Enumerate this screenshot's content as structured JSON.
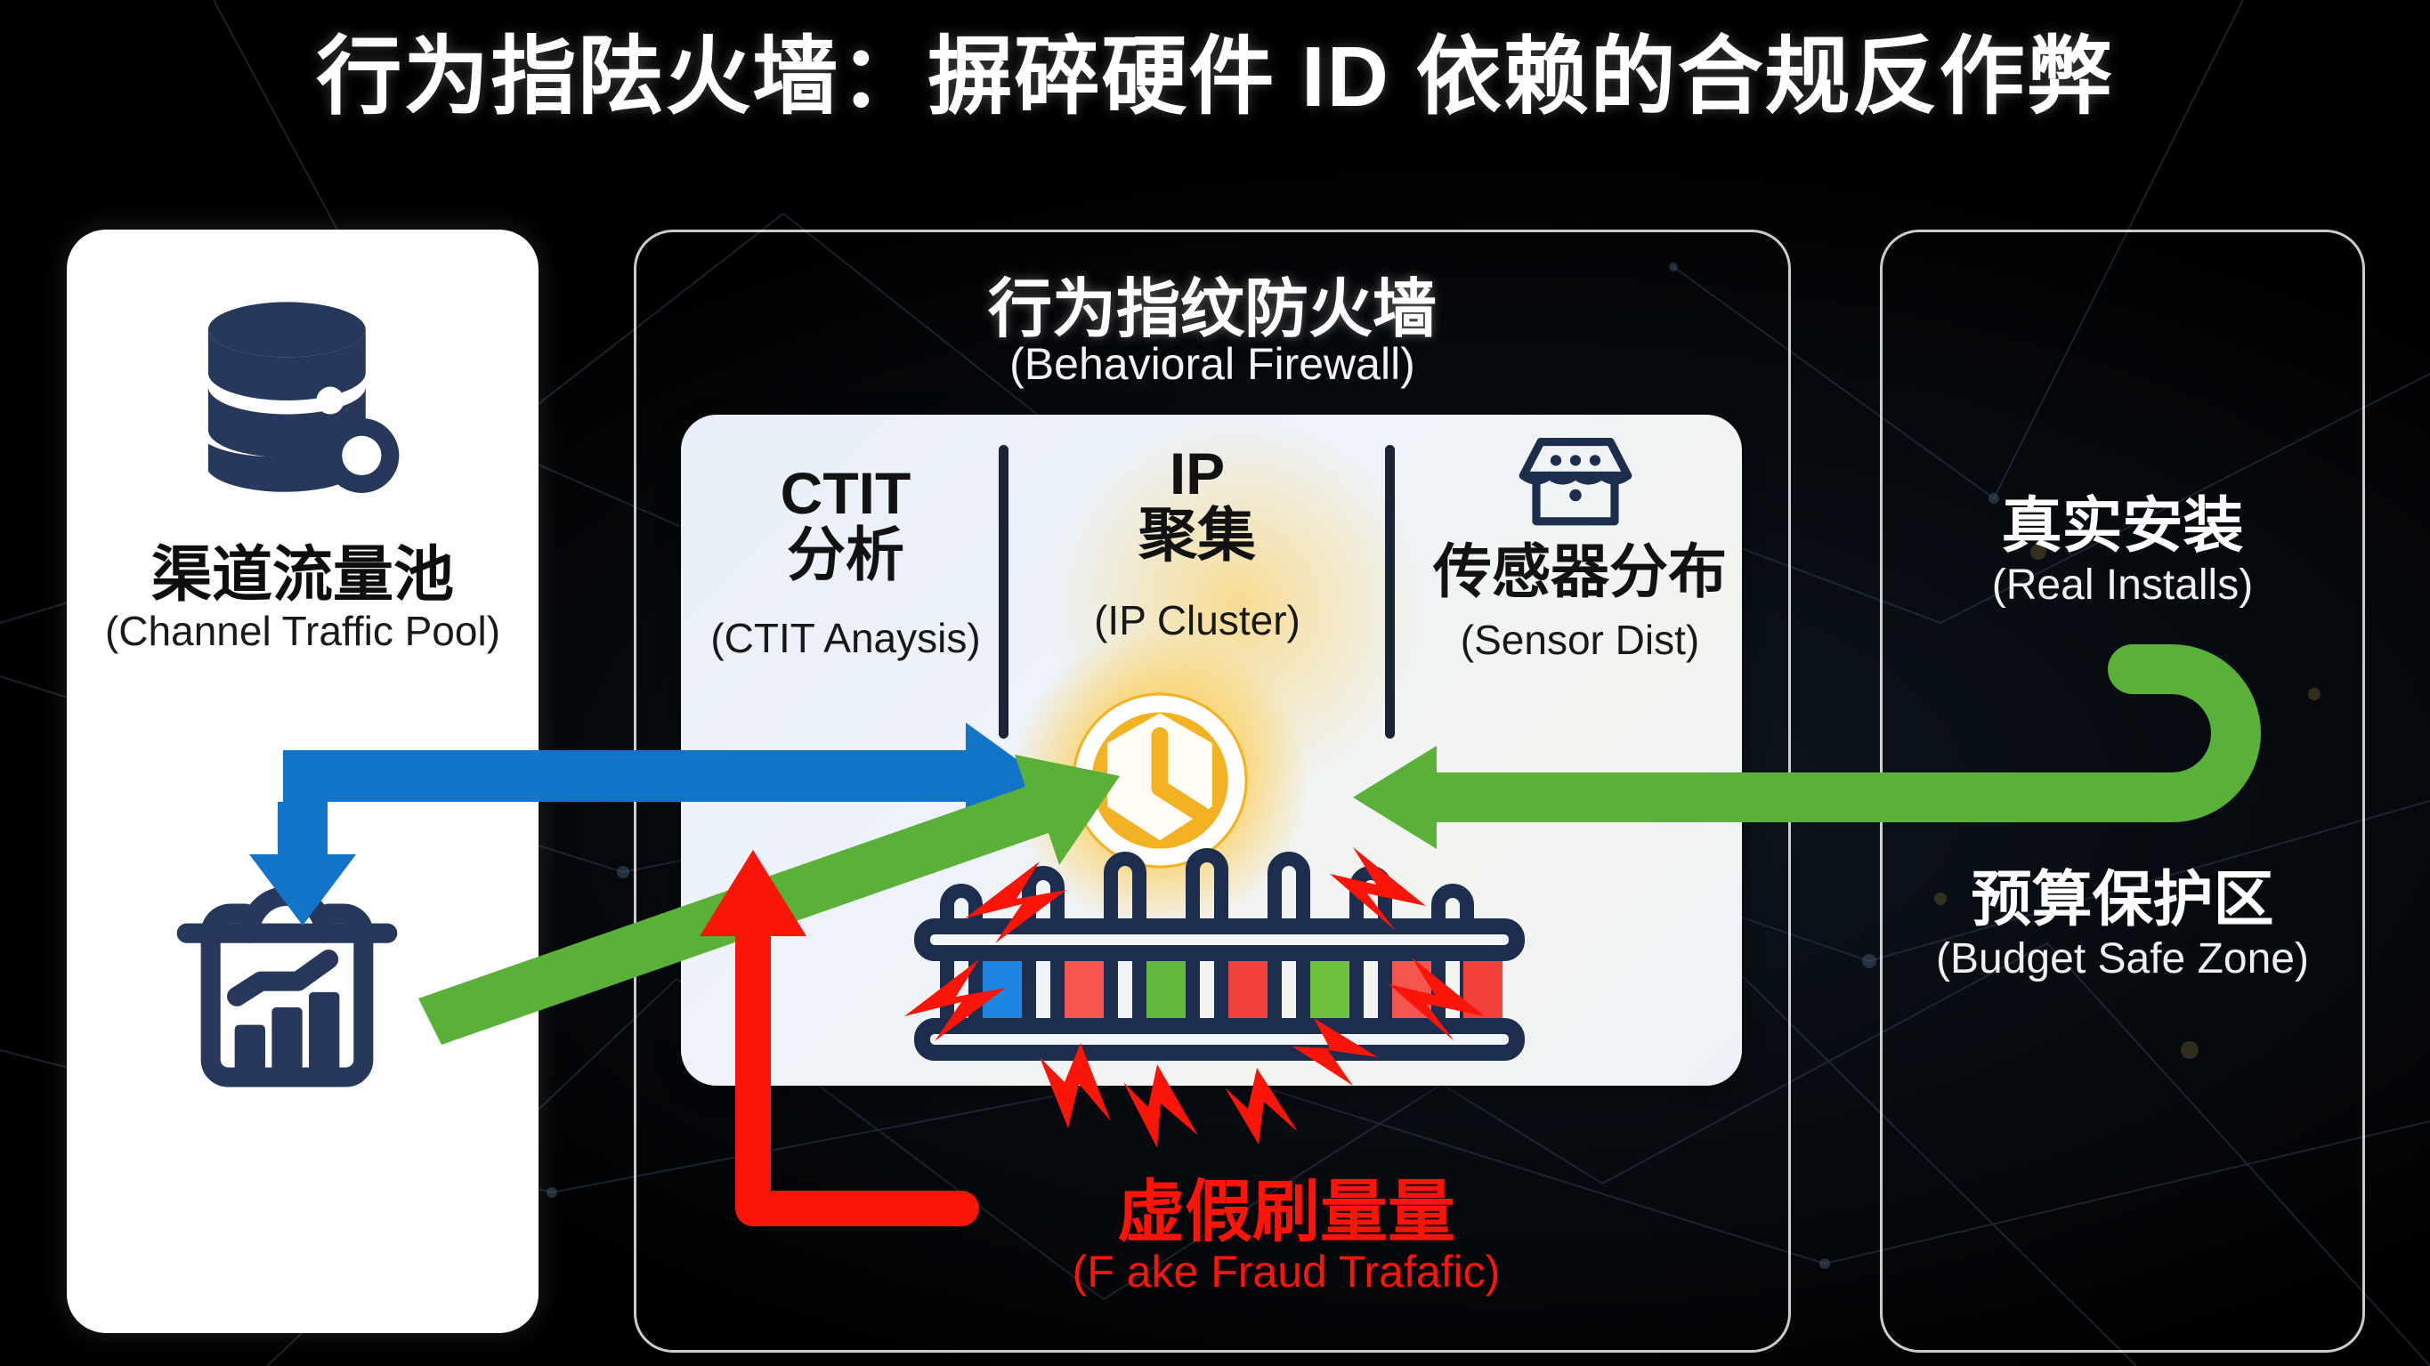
{
  "title": "行为指阹火墙：摒碎硬件 ID 依赖的合规反作弊",
  "colors": {
    "background": "#000000",
    "card_white": "#ffffff",
    "panel_blue": "#eaf0f8",
    "icon_navy": "#27385c",
    "arrow_blue": "#1274c8",
    "arrow_green": "#5bb03a",
    "arrow_red": "#fb1408",
    "clock_amber": "#f2b224"
  },
  "left_card": {
    "icon": "database-search-icon",
    "cn": "渠道流量池",
    "en": "(Channel Traffic Pool)",
    "bottom_icon": "basket-chart-icon"
  },
  "center_card": {
    "cn": "行为指纹防火墙",
    "en": "(Behavioral Firewall)",
    "columns": [
      {
        "cn": "CTIT\n分析",
        "cn_line1": "CTIT",
        "cn_line2": "分析",
        "en": "(CTIT Anaysis)"
      },
      {
        "cn_line1": "IP",
        "cn_line2": "聚集",
        "en": "(IP Cluster)"
      },
      {
        "icon": "shop-sensor-icon",
        "cn_line1": "传感器分布",
        "en": "(Sensor Dist)"
      }
    ],
    "center_icon": "clock-icon",
    "fence_icon": "fence-icon",
    "fence_bar_colors": [
      "#1e86e0",
      "#f4564f",
      "#62b83a",
      "#f4403a",
      "#6cc03e",
      "#f4564f",
      "#f4403a"
    ]
  },
  "right_card": {
    "top_cn": "真实安装",
    "top_en": "(Real Installs)",
    "bottom_cn": "预算保护区",
    "bottom_en": "(Budget Safe Zone)"
  },
  "fraud_label": {
    "cn": "虚假刷量量",
    "en": "(F ake Fraud Trafafic)"
  },
  "arrows": [
    {
      "name": "blue-traffic-arrow",
      "color": "#1274c8",
      "from": "channel-traffic-pool",
      "to": "firewall-clock"
    },
    {
      "name": "green-install-arrow",
      "color": "#5bb03a",
      "from": "real-installs",
      "to": "firewall-clock"
    },
    {
      "name": "green-upward-arrow",
      "color": "#5bb03a",
      "from": "channel-traffic-pool",
      "to": "firewall-clock"
    },
    {
      "name": "red-fraud-arrow",
      "color": "#fb1408",
      "from": "fake-fraud-traffic",
      "to": "firewall-fence"
    }
  ]
}
